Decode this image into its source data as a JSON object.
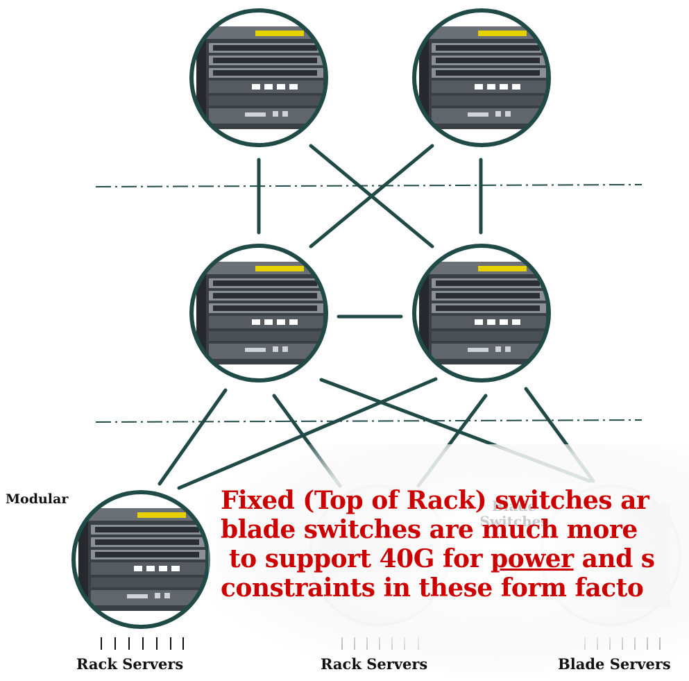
{
  "labels": {
    "modular": "Modular",
    "rack_servers_1": "Rack Servers",
    "rack_servers_2": "Rack Servers",
    "blade_servers": "Blade Servers",
    "ghost_label": "Blade Switches"
  },
  "callout": {
    "line1": "Fixed (Top of Rack) switches ar",
    "line2": "blade switches are much more",
    "line3_before": " to support 40G for ",
    "line3_emph": "power",
    "line3_after": " and s",
    "line4": "constraints in these form facto"
  },
  "colors": {
    "link": "#1f4a45",
    "node_border": "#1f4a45",
    "callout_text": "#cc0000",
    "divider": "#1f4a45"
  }
}
